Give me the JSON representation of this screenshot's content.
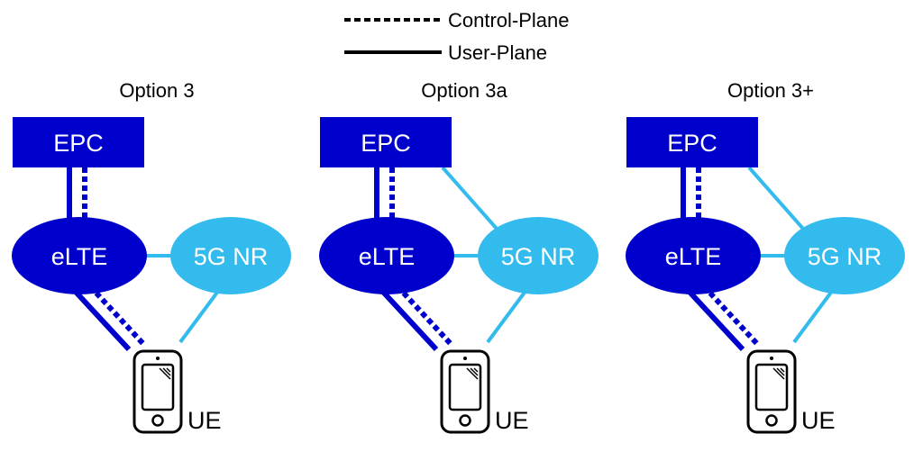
{
  "legend": {
    "control_plane": "Control-Plane",
    "user_plane": "User-Plane"
  },
  "colors": {
    "dark_blue": "#0000cc",
    "light_blue": "#33bbee",
    "black": "#000000"
  },
  "options": [
    {
      "title": "Option 3",
      "epc_label": "EPC",
      "elte_label": "eLTE",
      "nr_label": "5G NR",
      "ue_label": "UE",
      "epc_nr_user_link": false
    },
    {
      "title": "Option 3a",
      "epc_label": "EPC",
      "elte_label": "eLTE",
      "nr_label": "5G NR",
      "ue_label": "UE",
      "epc_nr_user_link": true
    },
    {
      "title": "Option 3+",
      "epc_label": "EPC",
      "elte_label": "eLTE",
      "nr_label": "5G NR",
      "ue_label": "UE",
      "epc_nr_user_link": true
    }
  ]
}
